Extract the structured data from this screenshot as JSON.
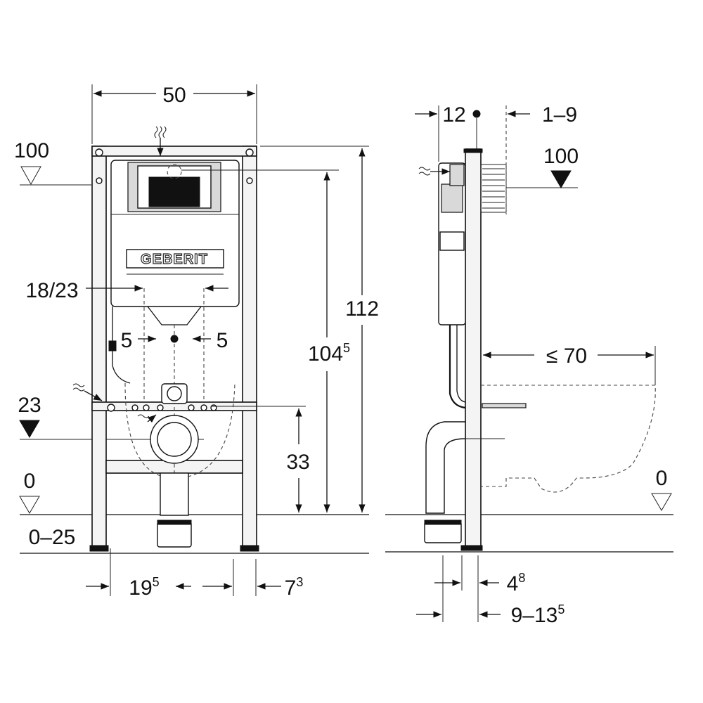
{
  "front_view": {
    "width": "50",
    "level_top": "100",
    "level_inlet": "23",
    "level_floor": "0",
    "floor_range": "0–25",
    "fix_spacing": "18/23",
    "offset_left": "5",
    "offset_right": "5",
    "height_total": "112",
    "height_frame_main": "104",
    "height_frame_sup": "5",
    "height_drain": "33",
    "drain_offset_main": "19",
    "drain_offset_sup": "5",
    "foot_main": "7",
    "foot_sup": "3",
    "brand": "GEBERIT"
  },
  "side_view": {
    "depth_top": "12",
    "wall_range": "1–9",
    "level_top": "100",
    "bowl_projection": "≤ 70",
    "level_floor": "0",
    "frame_depth_main": "4",
    "frame_depth_sup": "8",
    "pipe_range_main": "9–13",
    "pipe_range_sup": "5"
  },
  "icons": [
    "water-supply-wave-icon",
    "level-marker-triangle-icon",
    "dimension-arrow-icon"
  ]
}
